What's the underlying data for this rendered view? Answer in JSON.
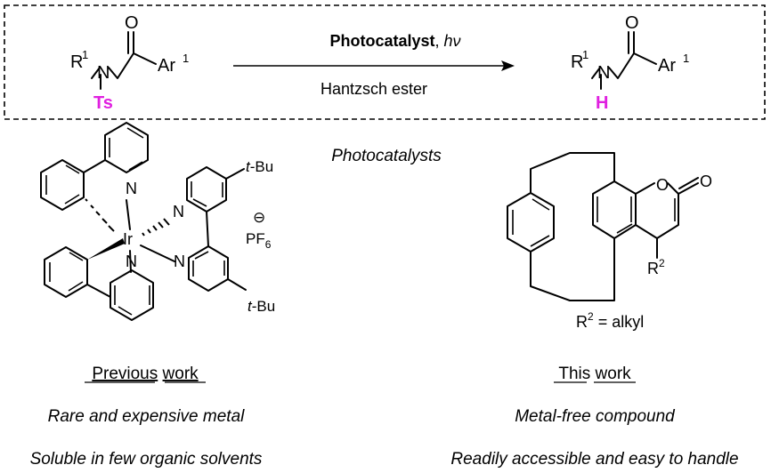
{
  "reaction": {
    "reactant": {
      "r_label": "R",
      "r_sup": "1",
      "n": "N",
      "o": "O",
      "ar": "Ar",
      "ar_sup": "1",
      "protecting_group": "Ts"
    },
    "arrow_top_bold": "Photocatalyst",
    "arrow_top_rest": ", ",
    "arrow_top_hv": "hν",
    "arrow_bottom": "Hantzsch ester",
    "product": {
      "r_label": "R",
      "r_sup": "1",
      "n": "N",
      "o": "O",
      "ar": "Ar",
      "ar_sup": "1",
      "h": "H"
    },
    "colors": {
      "highlight": "#e020e0",
      "box_border": "#000000"
    }
  },
  "section_title": "Photocatalysts",
  "left": {
    "labels": {
      "n": "N",
      "ir": "Ir",
      "tbu": "t-Bu",
      "tbu_t": "t",
      "tbu_rest": "-Bu",
      "minus": "⊖",
      "pf": "PF",
      "pf_sub": "6"
    },
    "heading_a": "Previous",
    "heading_b": "work",
    "line1": "Rare and expensive metal",
    "line2": "Soluble in few organic solvents"
  },
  "right": {
    "labels": {
      "o1": "O",
      "o2": "O",
      "r": "R",
      "r_sup": "2"
    },
    "r_def_r": "R",
    "r_def_sup": "2",
    "r_def_rest": " = alkyl",
    "heading_a": "This",
    "heading_b": "work",
    "line1": "Metal-free compound",
    "line2": "Readily accessible and easy to handle"
  }
}
